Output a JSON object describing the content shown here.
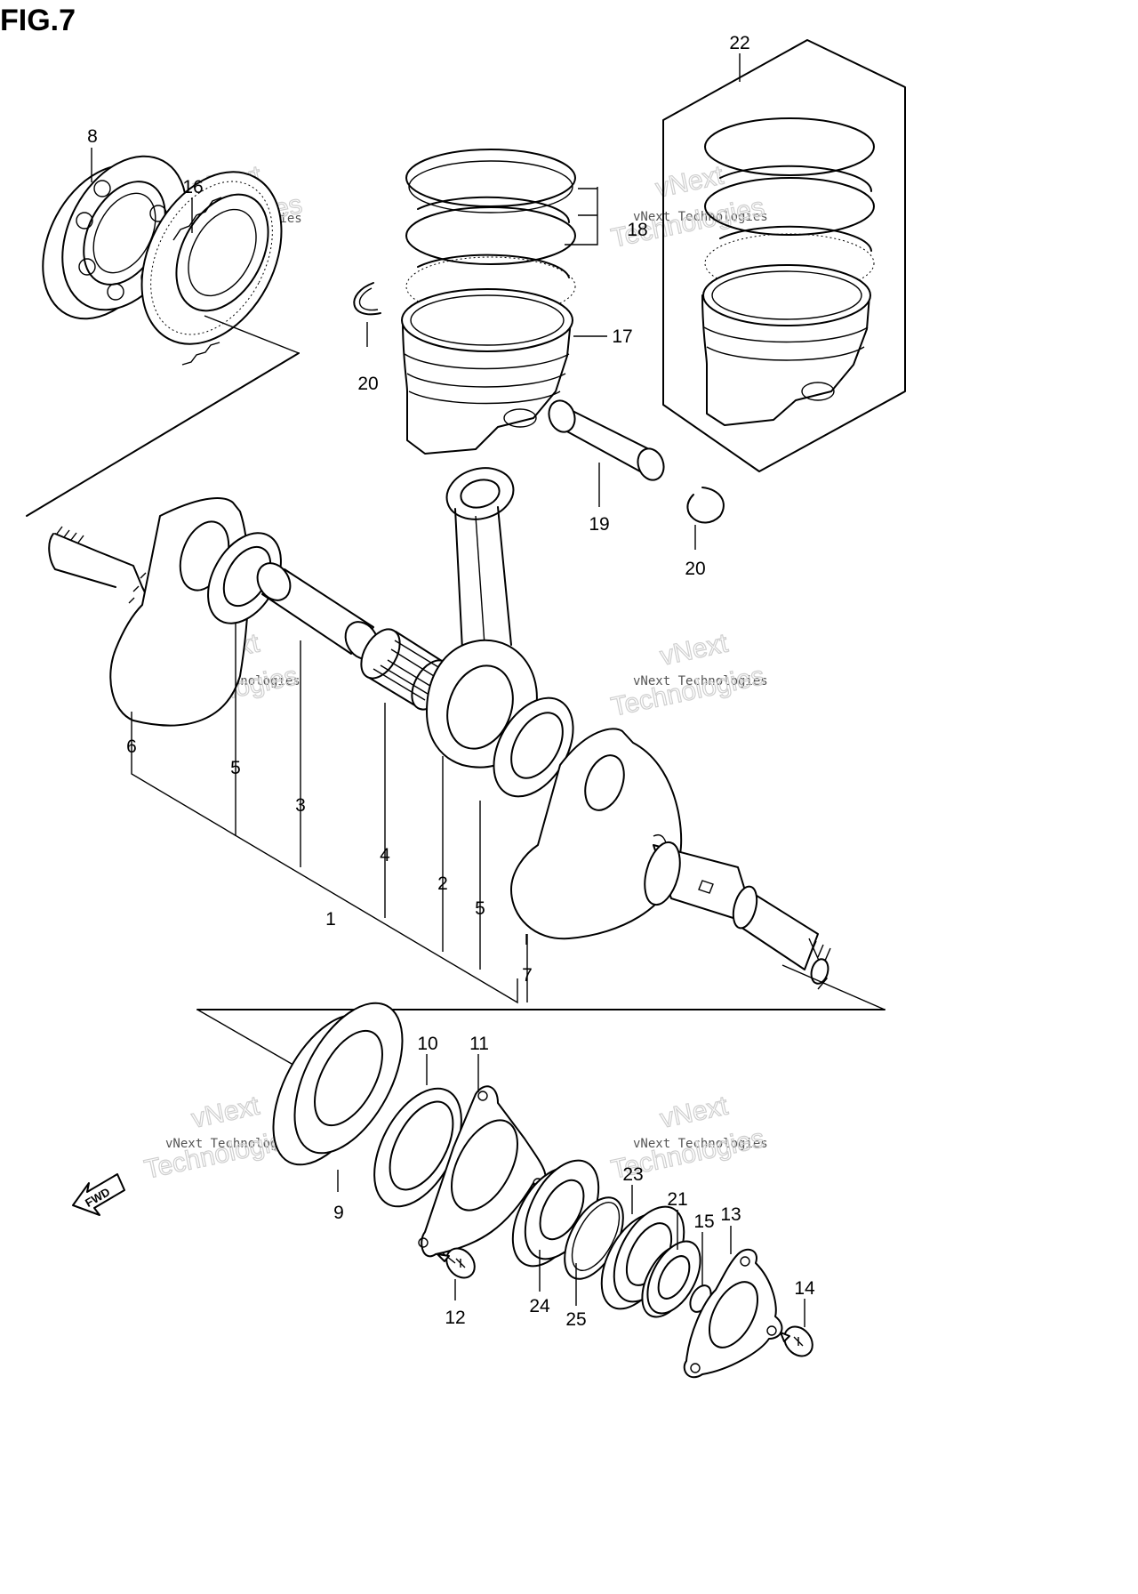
{
  "figure": {
    "title": "FIG.7",
    "fwd_label": "FWD"
  },
  "watermarks": [
    {
      "line1": "vNext Technologies",
      "line2": "Technologies",
      "line3": "vNext"
    },
    {
      "line1": "vNext Technologies",
      "line2": "Technologies",
      "line3": "vNext"
    },
    {
      "line1": "vNext Technologies",
      "line2": "Technologies",
      "line3": "vNext"
    },
    {
      "line1": "vNext Technologies",
      "line2": "Technologies",
      "line3": "vNext"
    },
    {
      "line1": "vNext Technologies",
      "line2": "Technologies",
      "line3": "vNext"
    },
    {
      "line1": "vNext Technologies",
      "line2": "Technologies",
      "line3": "vNext"
    }
  ],
  "callouts": {
    "c1": "1",
    "c2": "2",
    "c3": "3",
    "c4": "4",
    "c5a": "5",
    "c5b": "5",
    "c6": "6",
    "c7": "7",
    "c8": "8",
    "c9": "9",
    "c10": "10",
    "c11": "11",
    "c12": "12",
    "c13": "13",
    "c14": "14",
    "c15": "15",
    "c16": "16",
    "c17": "17",
    "c18": "18",
    "c19": "19",
    "c20a": "20",
    "c20b": "20",
    "c21": "21",
    "c22": "22",
    "c23": "23",
    "c24": "24",
    "c25": "25"
  }
}
